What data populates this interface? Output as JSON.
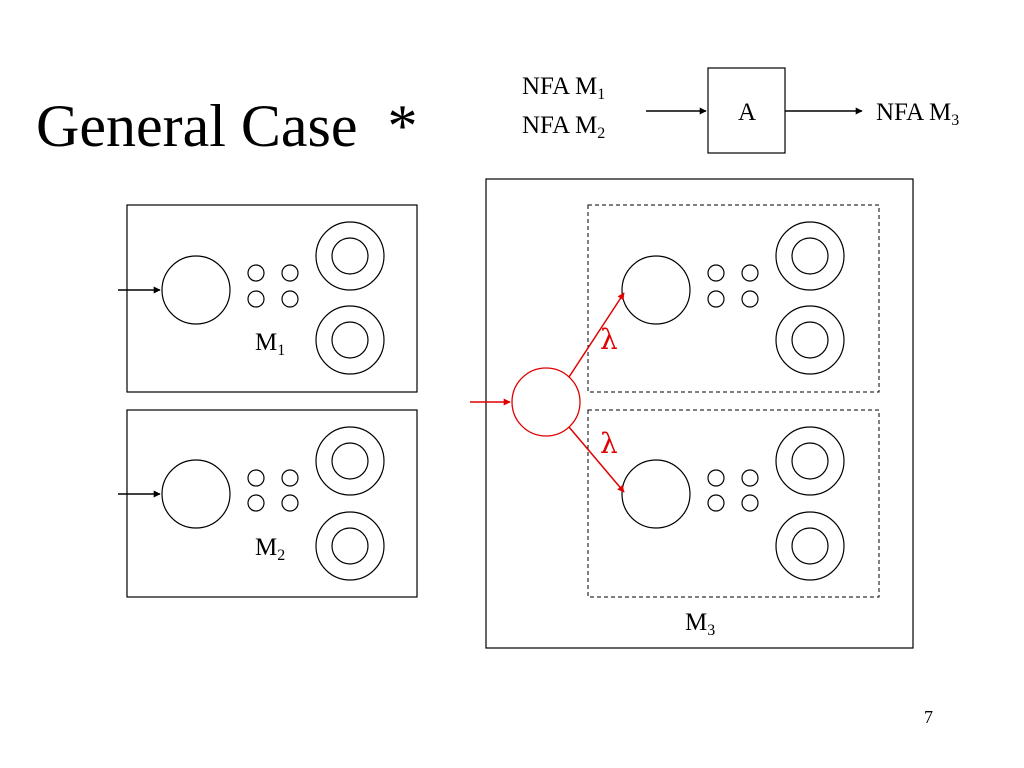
{
  "slide": {
    "title": "General Case",
    "title_symbol": "*",
    "page_number": "7"
  },
  "transform": {
    "input1_text": "NFA M",
    "input1_sub": "1",
    "input2_text": "NFA M",
    "input2_sub": "2",
    "box_label": "A",
    "output_text": "NFA M",
    "output_sub": "3"
  },
  "machines": {
    "m1_label": "M",
    "m1_sub": "1",
    "m2_label": "M",
    "m2_sub": "2",
    "m3_label": "M",
    "m3_sub": "3"
  },
  "edges": {
    "lambda_top": "λ",
    "lambda_bottom": "λ"
  },
  "colors": {
    "new_state": "#e00000",
    "lines": "#000000"
  }
}
